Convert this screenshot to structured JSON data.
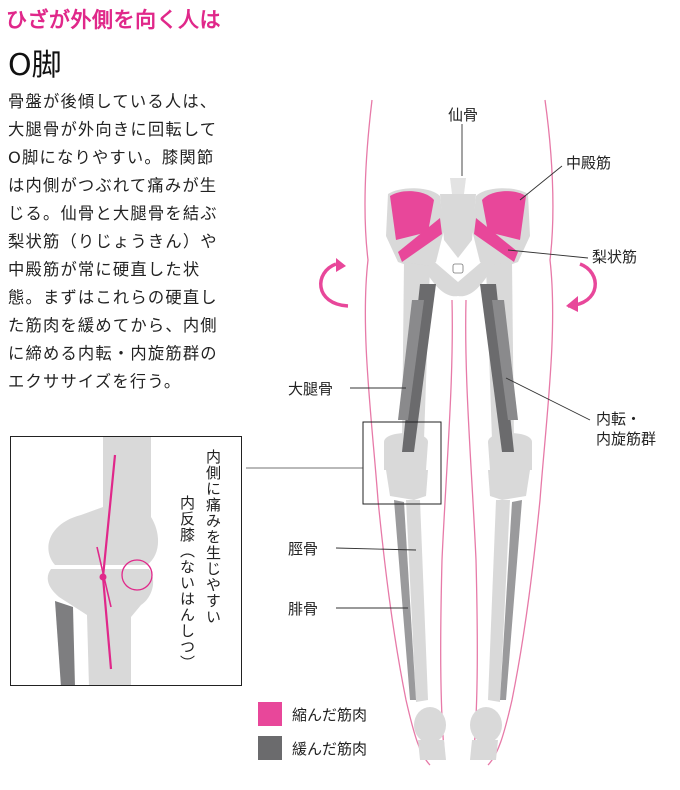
{
  "headline": "ひざが外側を向く人は",
  "title": "O脚",
  "description_lines": [
    "骨盤が後傾している人は、",
    "大腿骨が外向きに回転して",
    "O脚になりやすい。膝関節",
    "は内側がつぶれて痛みが生",
    "じる。仙骨と大腿骨を結ぶ",
    "梨状筋（りじょうきん）や",
    "中殿筋が常に硬直した状",
    "態。まずはこれらの硬直し",
    "た筋肉を緩めてから、内側",
    "に締める内転・内旋筋群の",
    "エクササイズを行う。"
  ],
  "labels": {
    "sacrum": "仙骨",
    "gluteus_medius": "中殿筋",
    "piriformis": "梨状筋",
    "femur": "大腿骨",
    "adductor_line1": "内転・",
    "adductor_line2": "内旋筋群",
    "tibia": "脛骨",
    "fibula": "腓骨"
  },
  "inset": {
    "caption_line1": "内側に痛みを生じやすい",
    "caption_line2": "内反膝（ないはんしつ）"
  },
  "legend": [
    {
      "label": "縮んだ筋肉",
      "color": "#e8479a"
    },
    {
      "label": "緩んだ筋肉",
      "color": "#6b6b6d"
    }
  ],
  "colors": {
    "accent": "#e0288a",
    "bone": "#d9d9d9",
    "contracted_muscle": "#e8479a",
    "relaxed_muscle": "#6b6b6d",
    "outline": "#e77aa8"
  }
}
